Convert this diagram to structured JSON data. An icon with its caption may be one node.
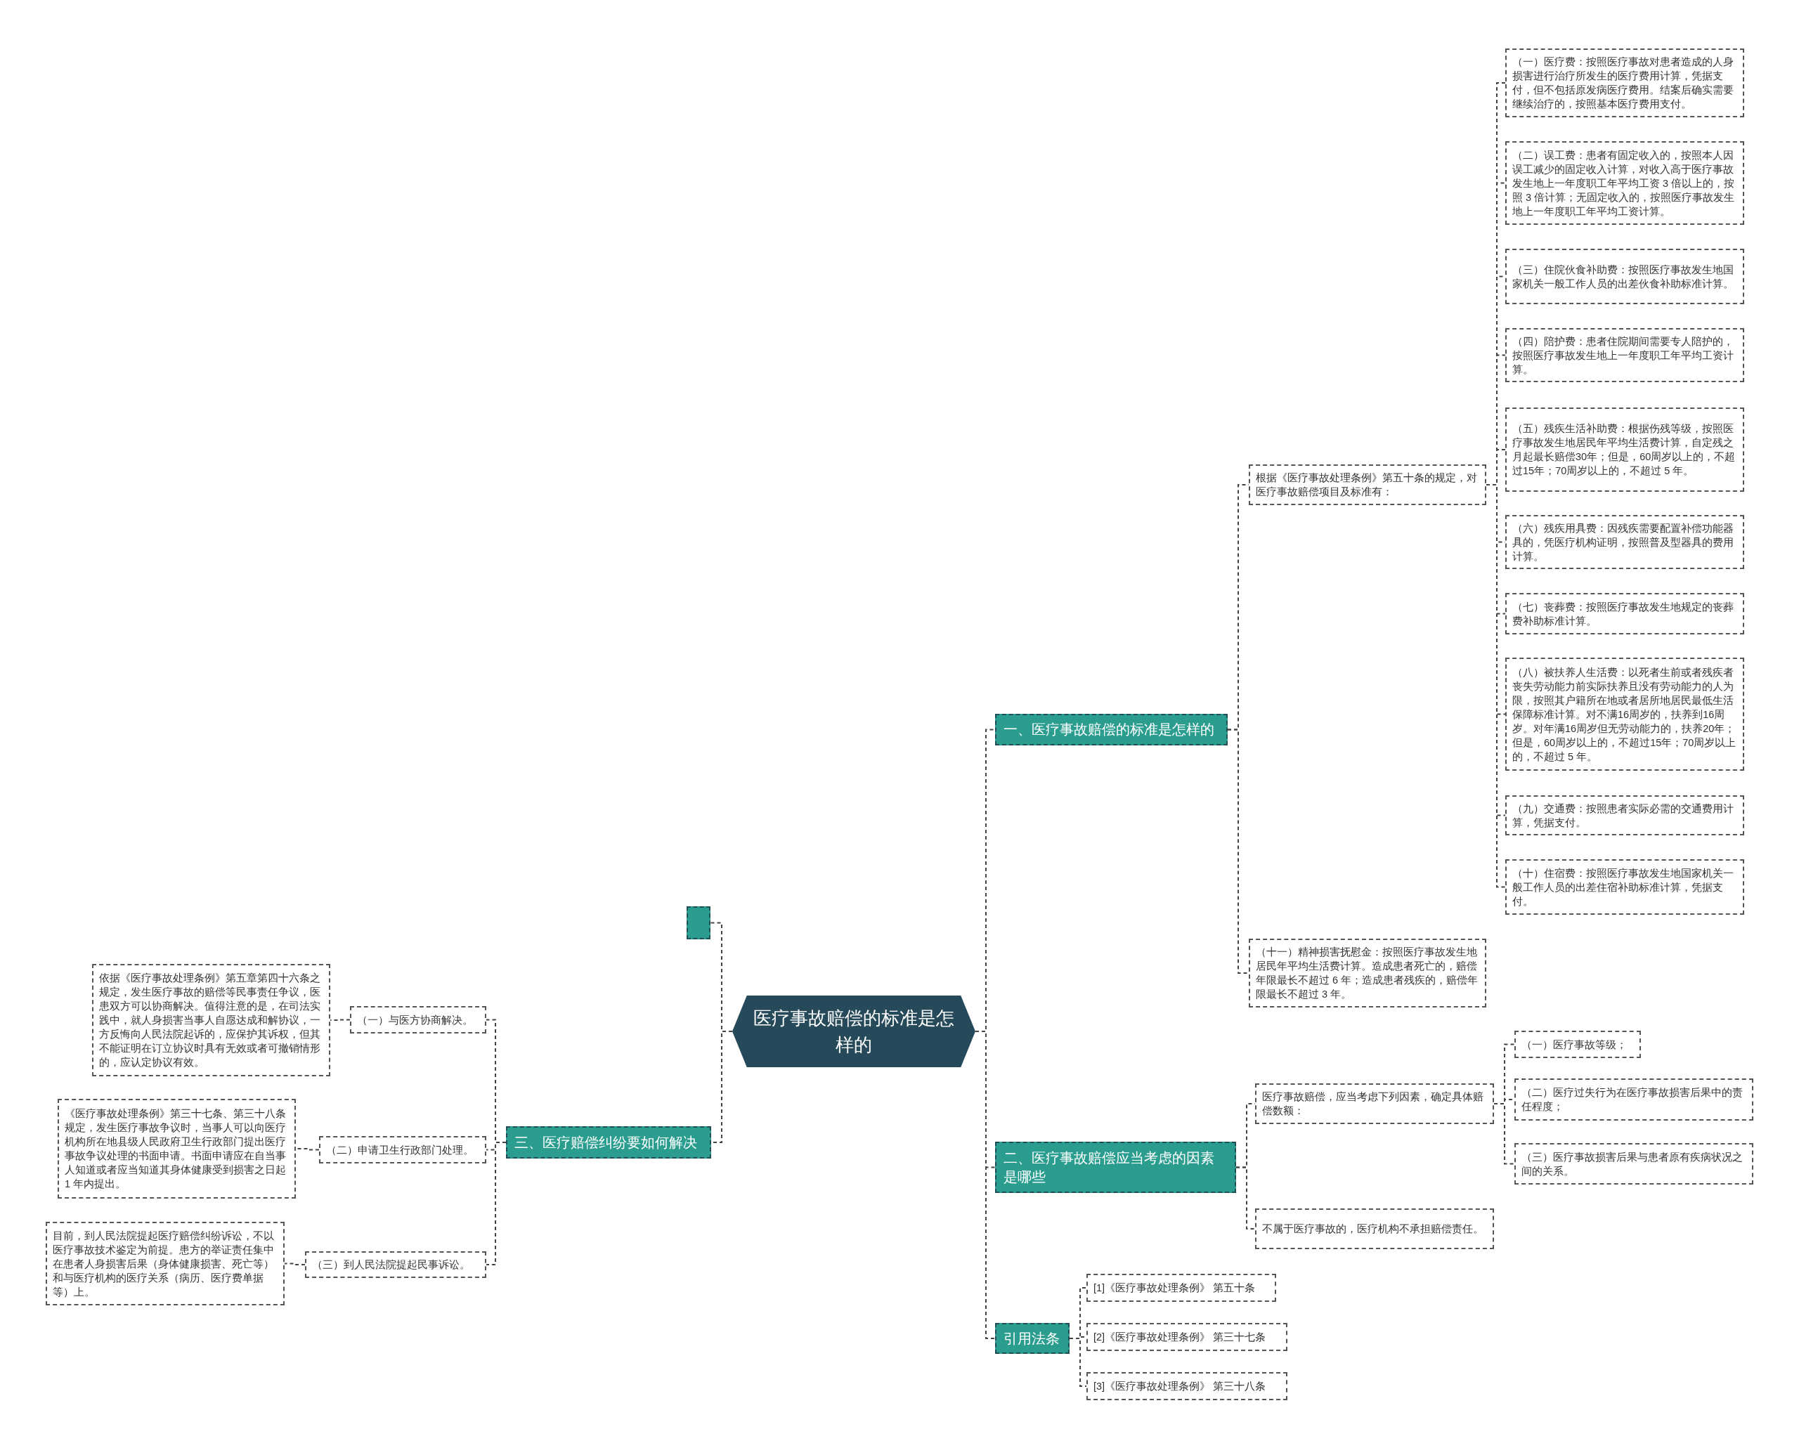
{
  "diagram": {
    "nodes": [
      {
        "text": [
          "医疗事故赔偿的标准是怎样的"
        ]
      },
      {
        "text": [
          "一、医疗事故赔偿的标准是怎样的"
        ]
      },
      {
        "text": [
          "根据《医疗事故处理条例》第五十条的规定，对医疗事故赔偿项目及标准有："
        ]
      },
      {
        "text": [
          "（一）医疗费：按照医疗事故对患者造成的人身损害进行治疗所发生的医疗费用计算，凭据支付，但不包括原发病医疗费用。结案后确实需要继续治疗的，按照基本医疗费用支付。"
        ]
      },
      {
        "text": [
          "（二）误工费：患者有固定收入的，按照本人因误工减少的固定收入计算，对收入高于医疗事故发生地上一年度职工年平均工资 3 倍以上的，按照 3 倍计算；无固定收入的，按照医疗事故发生地上一年度职工年平均工资计算。"
        ]
      },
      {
        "text": [
          "（三）住院伙食补助费：按照医疗事故发生地国家机关一般工作人员的出差伙食补助标准计算。"
        ]
      },
      {
        "text": [
          "（四）陪护费：患者住院期间需要专人陪护的，按照医疗事故发生地上一年度职工年平均工资计算。"
        ]
      },
      {
        "text": [
          "（五）残疾生活补助费：根据伤残等级，按照医疗事故发生地居民年平均生活费计算，自定残之月起最长赔偿30年；但是，60周岁以上的，不超过15年；70周岁以上的，不超过 5 年。"
        ]
      },
      {
        "text": [
          "（六）残疾用具费：因残疾需要配置补偿功能器具的，凭医疗机构证明，按照普及型器具的费用计算。"
        ]
      },
      {
        "text": [
          "（七）丧葬费：按照医疗事故发生地规定的丧葬费补助标准计算。"
        ]
      },
      {
        "text": [
          "（八）被扶养人生活费：以死者生前或者残疾者丧失劳动能力前实际扶养且没有劳动能力的人为限，按照其户籍所在地或者居所地居民最低生活保障标准计算。对不满16周岁的，扶养到16周岁。对年满16周岁但无劳动能力的，扶养20年；但是，60周岁以上的，不超过15年；70周岁以上的，不超过 5 年。"
        ]
      },
      {
        "text": [
          "（九）交通费：按照患者实际必需的交通费用计算，凭据支付。"
        ]
      },
      {
        "text": [
          "（十）住宿费：按照医疗事故发生地国家机关一般工作人员的出差住宿补助标准计算，凭据支付。"
        ]
      },
      {
        "text": [
          "（十一）精神损害抚慰金：按照医疗事故发生地居民年平均生活费计算。造成患者死亡的，赔偿年限最长不超过 6 年；造成患者残疾的，赔偿年限最长不超过 3 年。"
        ]
      },
      {
        "text": [
          "二、医疗事故赔偿应当考虑的因素是哪些"
        ]
      },
      {
        "text": [
          "医疗事故赔偿，应当考虑下列因素，确定具体赔偿数额："
        ]
      },
      {
        "text": [
          "（一）医疗事故等级；"
        ]
      },
      {
        "text": [
          "（二）医疗过失行为在医疗事故损害后果中的责任程度；"
        ]
      },
      {
        "text": [
          "（三）医疗事故损害后果与患者原有疾病状况之间的关系。"
        ]
      },
      {
        "text": [
          "不属于医疗事故的，医疗机构不承担赔偿责任。"
        ]
      },
      {
        "text": [
          "引用法条"
        ]
      },
      {
        "text": [
          "[1]《医疗事故处理条例》 第五十条"
        ]
      },
      {
        "text": [
          "[2]《医疗事故处理条例》 第三十七条"
        ]
      },
      {
        "text": [
          "[3]《医疗事故处理条例》 第三十八条"
        ]
      },
      {
        "text": [],
        "shape": "box"
      },
      {
        "text": [
          "三、医疗赔偿纠纷要如何解决"
        ]
      },
      {
        "text": [
          "（一）与医方协商解决。"
        ]
      },
      {
        "text": [
          "依据《医疗事故处理条例》第五章第四十六条之规定，发生医疗事故的赔偿等民事责任争议，医患双方可以协商解决。值得注意的是，在司法实践中，就人身损害当事人自愿达成和解协议，一方反悔向人民法院起诉的，应保护其诉权，但其不能证明在订立协议时具有无效或者可撤销情形的，应认定协议有效。"
        ]
      },
      {
        "text": [
          "（二）申请卫生行政部门处理。"
        ]
      },
      {
        "text": [
          "《医疗事故处理条例》第三十七条、第三十八条规定，发生医疗事故争议时，当事人可以向医疗机构所在地县级人民政府卫生行政部门提出医疗事故争议处理的书面申请。书面申请应在自当事人知道或者应当知道其身体健康受到损害之日起 1 年内提出。"
        ]
      },
      {
        "text": [
          "（三）到人民法院提起民事诉讼。"
        ]
      },
      {
        "text": [
          "目前，到人民法院提起医疗赔偿纠纷诉讼，不以医疗事故技术鉴定为前提。患方的举证责任集中在患者人身损害后果（身体健康损害、死亡等）和与医疗机构的医疗关系（病历、医疗费单据等）上。"
        ]
      }
    ],
    "edges": [
      {
        "from": 0,
        "to": 1,
        "arrow": "none"
      },
      {
        "from": 1,
        "to": 2,
        "arrow": "none"
      },
      {
        "from": 2,
        "to": 3,
        "arrow": "none"
      },
      {
        "from": 2,
        "to": 4,
        "arrow": "none"
      },
      {
        "from": 2,
        "to": 5,
        "arrow": "none"
      },
      {
        "from": 2,
        "to": 6,
        "arrow": "none"
      },
      {
        "from": 2,
        "to": 7,
        "arrow": "none"
      },
      {
        "from": 2,
        "to": 8,
        "arrow": "none"
      },
      {
        "from": 2,
        "to": 9,
        "arrow": "none"
      },
      {
        "from": 2,
        "to": 10,
        "arrow": "none"
      },
      {
        "from": 2,
        "to": 11,
        "arrow": "none"
      },
      {
        "from": 2,
        "to": 12,
        "arrow": "none"
      },
      {
        "from": 1,
        "to": 13,
        "arrow": "none"
      },
      {
        "from": 0,
        "to": 14,
        "arrow": "none"
      },
      {
        "from": 14,
        "to": 15,
        "arrow": "none"
      },
      {
        "from": 15,
        "to": 16,
        "arrow": "none"
      },
      {
        "from": 15,
        "to": 17,
        "arrow": "none"
      },
      {
        "from": 15,
        "to": 18,
        "arrow": "none"
      },
      {
        "from": 14,
        "to": 19,
        "arrow": "none"
      },
      {
        "from": 0,
        "to": 20,
        "arrow": "none"
      },
      {
        "from": 20,
        "to": 21,
        "arrow": "none"
      },
      {
        "from": 20,
        "to": 22,
        "arrow": "none"
      },
      {
        "from": 20,
        "to": 23,
        "arrow": "none"
      },
      {
        "from": 0,
        "to": 24,
        "arrow": "none"
      },
      {
        "from": 0,
        "to": 25,
        "arrow": "none"
      },
      {
        "from": 25,
        "to": 26,
        "arrow": "none"
      },
      {
        "from": 26,
        "to": 27,
        "arrow": "none"
      },
      {
        "from": 25,
        "to": 28,
        "arrow": "none"
      },
      {
        "from": 28,
        "to": 29,
        "arrow": "none"
      },
      {
        "from": 25,
        "to": 30,
        "arrow": "none"
      },
      {
        "from": 30,
        "to": 31,
        "arrow": "none"
      }
    ]
  }
}
